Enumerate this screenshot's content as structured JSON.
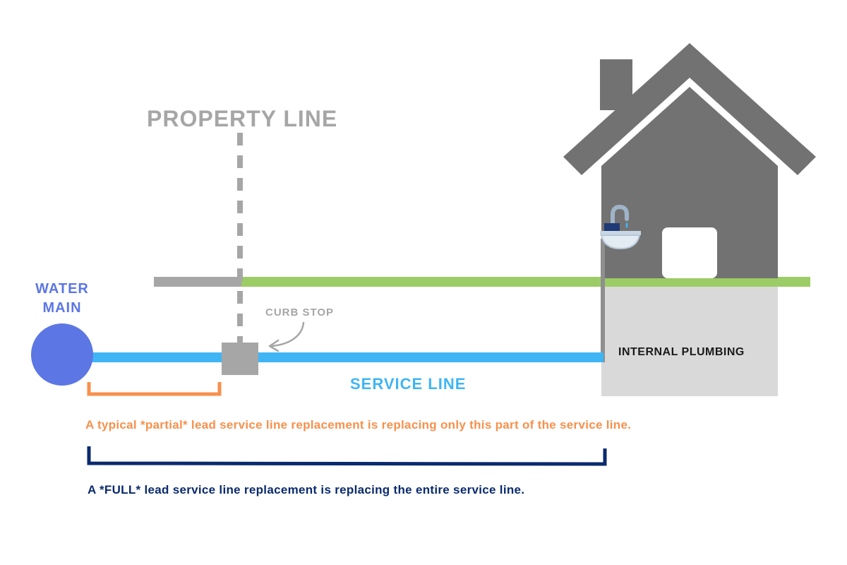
{
  "labels": {
    "property_line": "PROPERTY LINE",
    "water_main": "WATER\nMAIN",
    "curb_stop": "CURB STOP",
    "service_line": "SERVICE LINE",
    "internal_plumbing": "INTERNAL PLUMBING"
  },
  "captions": {
    "partial": "A typical *partial* lead service line replacement is replacing only this part of the service line.",
    "full": "A *FULL* lead service line replacement is replacing the entire service line."
  },
  "colors": {
    "water_main": "#5c76e4",
    "service_line": "#3fb5f5",
    "property_line": "#a6a6a6",
    "grass": "#9ccc65",
    "house": "#737272",
    "foundation": "#d9d9d9",
    "partial_bracket": "#f7904c",
    "full_bracket": "#0a2a6e",
    "label_text": "#1a1a1a"
  }
}
